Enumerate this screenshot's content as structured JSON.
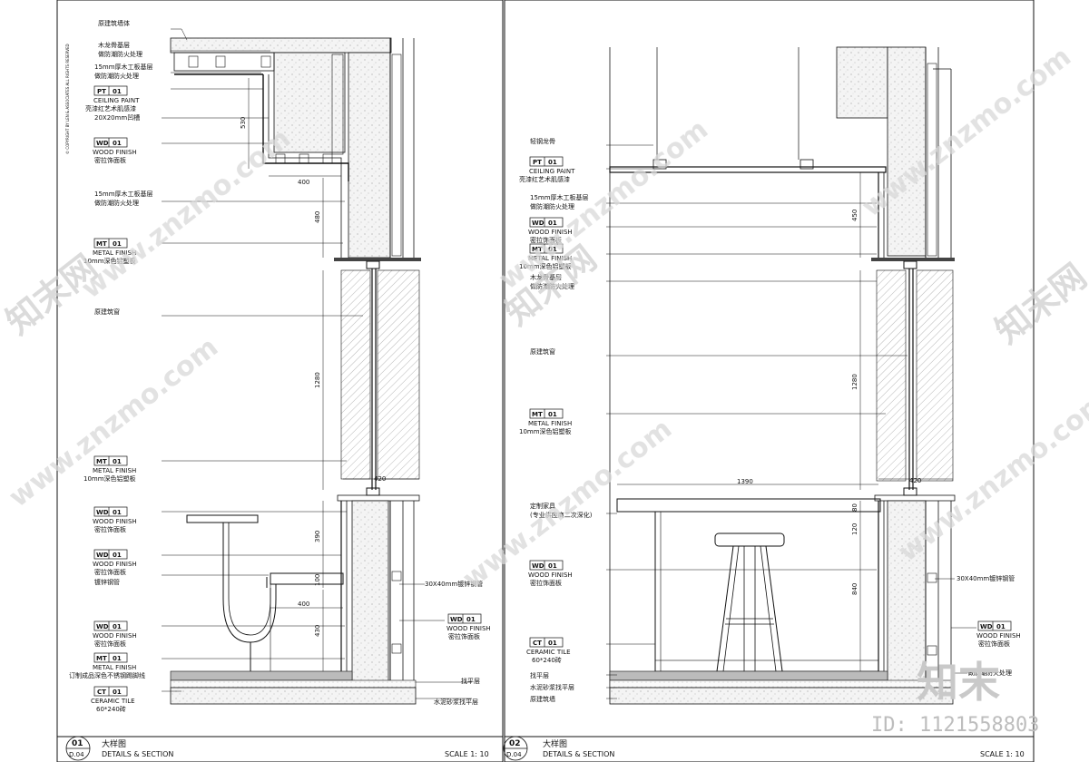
{
  "copyright": "© COPYRIGHT BY LEN & ASSOCIATES ALL RIGHTS RESERVED",
  "watermarks": {
    "site": "www.znzmo.com",
    "cn": "知末网",
    "brand": "知末",
    "id": "ID: 1121558803"
  },
  "left_detail": {
    "number": "01",
    "sheet": "D.04",
    "title_cn": "大样图",
    "title_en": "DETAILS & SECTION",
    "scale": "SCALE  1: 10",
    "labels": [
      {
        "cn": "原建筑墙体"
      },
      {
        "cn": "木龙骨基层",
        "sub": "做防潮防火处理"
      },
      {
        "cn": "15mm厚木工板基层",
        "sub": "做防潮防火处理"
      },
      {
        "code": "PT",
        "num": "01",
        "en": "CEILING PAINT",
        "cn": "亮漆红艺术肌感漆"
      },
      {
        "cn": "20X20mm凹槽"
      },
      {
        "code": "WD",
        "num": "01",
        "en": "WOOD FINISH",
        "cn": "密拉饰面板"
      },
      {
        "cn": "15mm厚木工板基层",
        "sub": "做防潮防火处理"
      },
      {
        "code": "MT",
        "num": "01",
        "en": "METAL FINISH",
        "cn": "10mm深色铝塑板"
      },
      {
        "cn": "原建筑窗"
      },
      {
        "code": "MT",
        "num": "01",
        "en": "METAL FINISH",
        "cn": "10mm深色铝塑板"
      },
      {
        "code": "WD",
        "num": "01",
        "en": "WOOD FINISH",
        "cn": "密拉饰面板"
      },
      {
        "code": "WD",
        "num": "01",
        "en": "WOOD FINISH",
        "cn": "密拉饰面板"
      },
      {
        "cn": "镀锌钢管"
      },
      {
        "code": "WD",
        "num": "01",
        "en": "WOOD FINISH",
        "cn": "密拉饰面板"
      },
      {
        "code": "MT",
        "num": "01",
        "en": "METAL FINISH",
        "cn": "订制成品深色不锈钢踢脚线"
      },
      {
        "code": "CT",
        "num": "01",
        "en": "CERAMIC TILE",
        "cn": "60*240砖"
      }
    ],
    "right_labels": [
      {
        "cn": "30X40mm镀锌钢管"
      },
      {
        "code": "WD",
        "num": "01",
        "en": "WOOD FINISH",
        "cn": "密拉饰面板"
      },
      {
        "cn": "找平层"
      },
      {
        "cn": "水泥砂浆找平层"
      }
    ],
    "dims": [
      "530",
      "400",
      "480",
      "1280",
      "420",
      "390",
      "100",
      "400",
      "430"
    ]
  },
  "right_detail": {
    "number": "02",
    "sheet": "D.04",
    "title_cn": "大样图",
    "title_en": "DETAILS & SECTION",
    "scale": "SCALE  1: 10",
    "labels": [
      {
        "cn": "轻钢龙骨"
      },
      {
        "code": "PT",
        "num": "01",
        "en": "CEILING PAINT",
        "cn": "亮漆红艺术肌感漆"
      },
      {
        "cn": "15mm厚木工板基层",
        "sub": "做防潮防火处理"
      },
      {
        "code": "WD",
        "num": "01",
        "en": "WOOD FINISH",
        "cn": "密拉饰面板"
      },
      {
        "code": "MT",
        "num": "01",
        "en": "METAL FINISH",
        "cn": "10mm深色铝塑板"
      },
      {
        "cn": "木龙骨基层",
        "sub": "做防潮防火处理"
      },
      {
        "cn": "原建筑窗"
      },
      {
        "code": "MT",
        "num": "01",
        "en": "METAL FINISH",
        "cn": "10mm深色铝塑板"
      },
      {
        "cn": "定制家具",
        "sub": "(专业供应商二次深化)"
      },
      {
        "code": "WD",
        "num": "01",
        "en": "WOOD FINISH",
        "cn": "密拉饰面板"
      },
      {
        "code": "CT",
        "num": "01",
        "en": "CERAMIC TILE",
        "cn": "60*240砖"
      },
      {
        "cn": "找平层"
      },
      {
        "cn": "水泥砂浆找平层"
      },
      {
        "cn": "原建筑墙"
      }
    ],
    "right_labels": [
      {
        "cn": "30X40mm镀锌钢管"
      },
      {
        "code": "WD",
        "num": "01",
        "en": "WOOD FINISH",
        "cn": "密拉饰面板"
      },
      {
        "cn": "做防潮防火处理"
      }
    ],
    "dims": [
      "450",
      "1280",
      "1390",
      "420",
      "80",
      "120",
      "840"
    ]
  }
}
